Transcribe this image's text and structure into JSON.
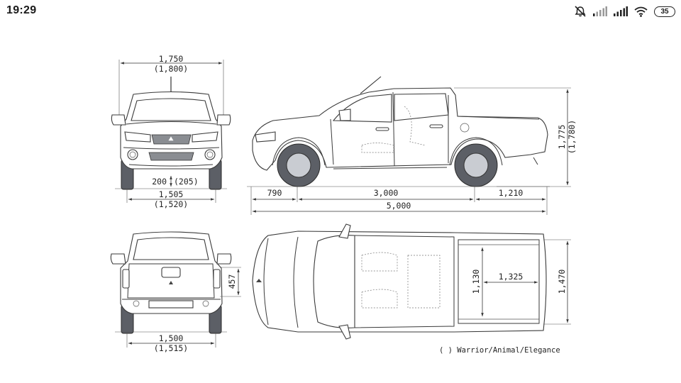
{
  "status_bar": {
    "time": "19:29",
    "icons": [
      "alarm-off-icon",
      "signal-icon",
      "signal-icon",
      "wifi-icon"
    ],
    "battery": "35"
  },
  "dimensions": {
    "front_width": "1,750",
    "front_width_alt": "(1,800)",
    "ground_clearance": "200",
    "ground_clearance_alt": "(205)",
    "front_track": "1,505",
    "front_track_alt": "(1,520)",
    "rear_overhang_front": "790",
    "wheelbase": "3,000",
    "rear_overhang": "1,210",
    "overall_length": "5,000",
    "height": "1,775",
    "height_alt": "(1,780)",
    "rear_step_height": "457",
    "rear_track": "1,500",
    "rear_track_alt": "(1,515)",
    "bed_length": "1,325",
    "bed_width": "1,130",
    "bed_outer_width": "1,470"
  },
  "legend": "( ) Warrior/Animal/Elegance"
}
